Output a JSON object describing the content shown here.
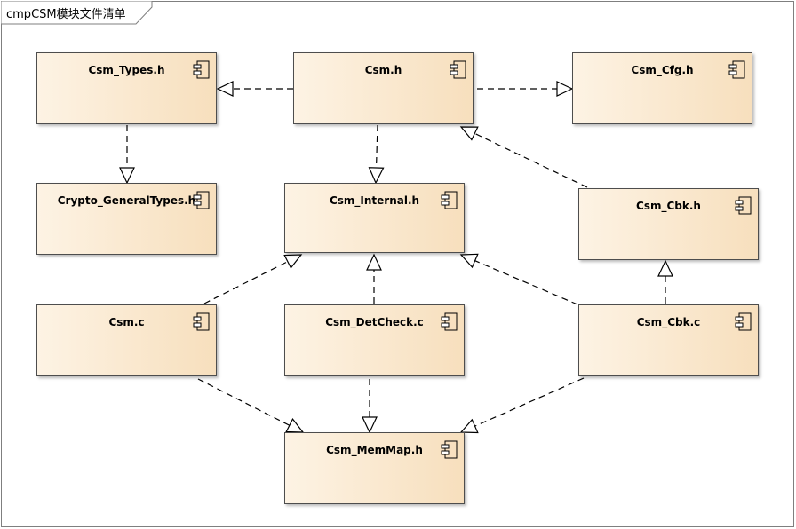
{
  "diagram": {
    "title": "cmpCSM模块文件清单"
  },
  "components": [
    {
      "id": "types",
      "label": "Csm_Types.h",
      "icon": "component-icon"
    },
    {
      "id": "csmh",
      "label": "Csm.h",
      "icon": "component-icon"
    },
    {
      "id": "cfg",
      "label": "Csm_Cfg.h",
      "icon": "component-icon"
    },
    {
      "id": "crypto",
      "label": "Crypto_GeneralTypes.h",
      "icon": "component-icon"
    },
    {
      "id": "internal",
      "label": "Csm_Internal.h",
      "icon": "component-icon"
    },
    {
      "id": "cbkh",
      "label": "Csm_Cbk.h",
      "icon": "component-icon"
    },
    {
      "id": "csmc",
      "label": "Csm.c",
      "icon": "component-icon"
    },
    {
      "id": "detcheck",
      "label": "Csm_DetCheck.c",
      "icon": "component-icon"
    },
    {
      "id": "cbkc",
      "label": "Csm_Cbk.c",
      "icon": "component-icon"
    },
    {
      "id": "memmap",
      "label": "Csm_MemMap.h",
      "icon": "component-icon"
    }
  ],
  "dependencies": [
    {
      "from": "csmh",
      "to": "types"
    },
    {
      "from": "csmh",
      "to": "cfg"
    },
    {
      "from": "types",
      "to": "crypto"
    },
    {
      "from": "csmh",
      "to": "internal"
    },
    {
      "from": "cbkh",
      "to": "csmh"
    },
    {
      "from": "csmc",
      "to": "internal"
    },
    {
      "from": "detcheck",
      "to": "internal"
    },
    {
      "from": "cbkc",
      "to": "internal"
    },
    {
      "from": "cbkc",
      "to": "cbkh"
    },
    {
      "from": "csmc",
      "to": "memmap"
    },
    {
      "from": "detcheck",
      "to": "memmap"
    },
    {
      "from": "cbkc",
      "to": "memmap"
    }
  ],
  "style": {
    "line_color": "#000000",
    "box_border": "#4d4d4d",
    "box_fill_light": "#fdf3e4",
    "box_fill_dark": "#f7dfbd"
  }
}
